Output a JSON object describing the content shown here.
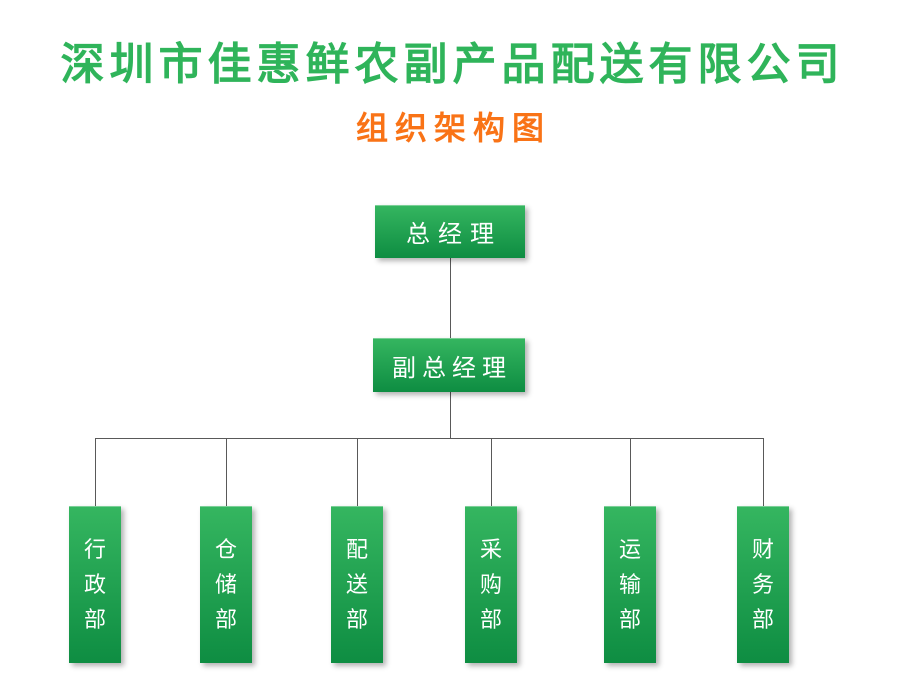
{
  "page": {
    "company_title": "深圳市佳惠鲜农副产品配送有限公司",
    "chart_subtitle": "组织架构图"
  },
  "org": {
    "general_manager": {
      "label": "总经理",
      "level": 1
    },
    "deputy_general_manager": {
      "label": "副总经理",
      "level": 2,
      "reports_to": "总经理"
    },
    "departments": [
      {
        "label": "行政部",
        "level": 3,
        "reports_to": "副总经理"
      },
      {
        "label": "仓储部",
        "level": 3,
        "reports_to": "副总经理"
      },
      {
        "label": "配送部",
        "level": 3,
        "reports_to": "副总经理"
      },
      {
        "label": "采购部",
        "level": 3,
        "reports_to": "副总经理"
      },
      {
        "label": "运输部",
        "level": 3,
        "reports_to": "副总经理"
      },
      {
        "label": "财务部",
        "level": 3,
        "reports_to": "副总经理"
      }
    ]
  },
  "colors": {
    "title_green": "#2fb45a",
    "subtitle_orange": "#f97316",
    "box_grad_top": "#35b660",
    "box_grad_bottom": "#0e8d42",
    "box_text": "#ffffff",
    "connector": "#595959",
    "bg": "#ffffff"
  }
}
